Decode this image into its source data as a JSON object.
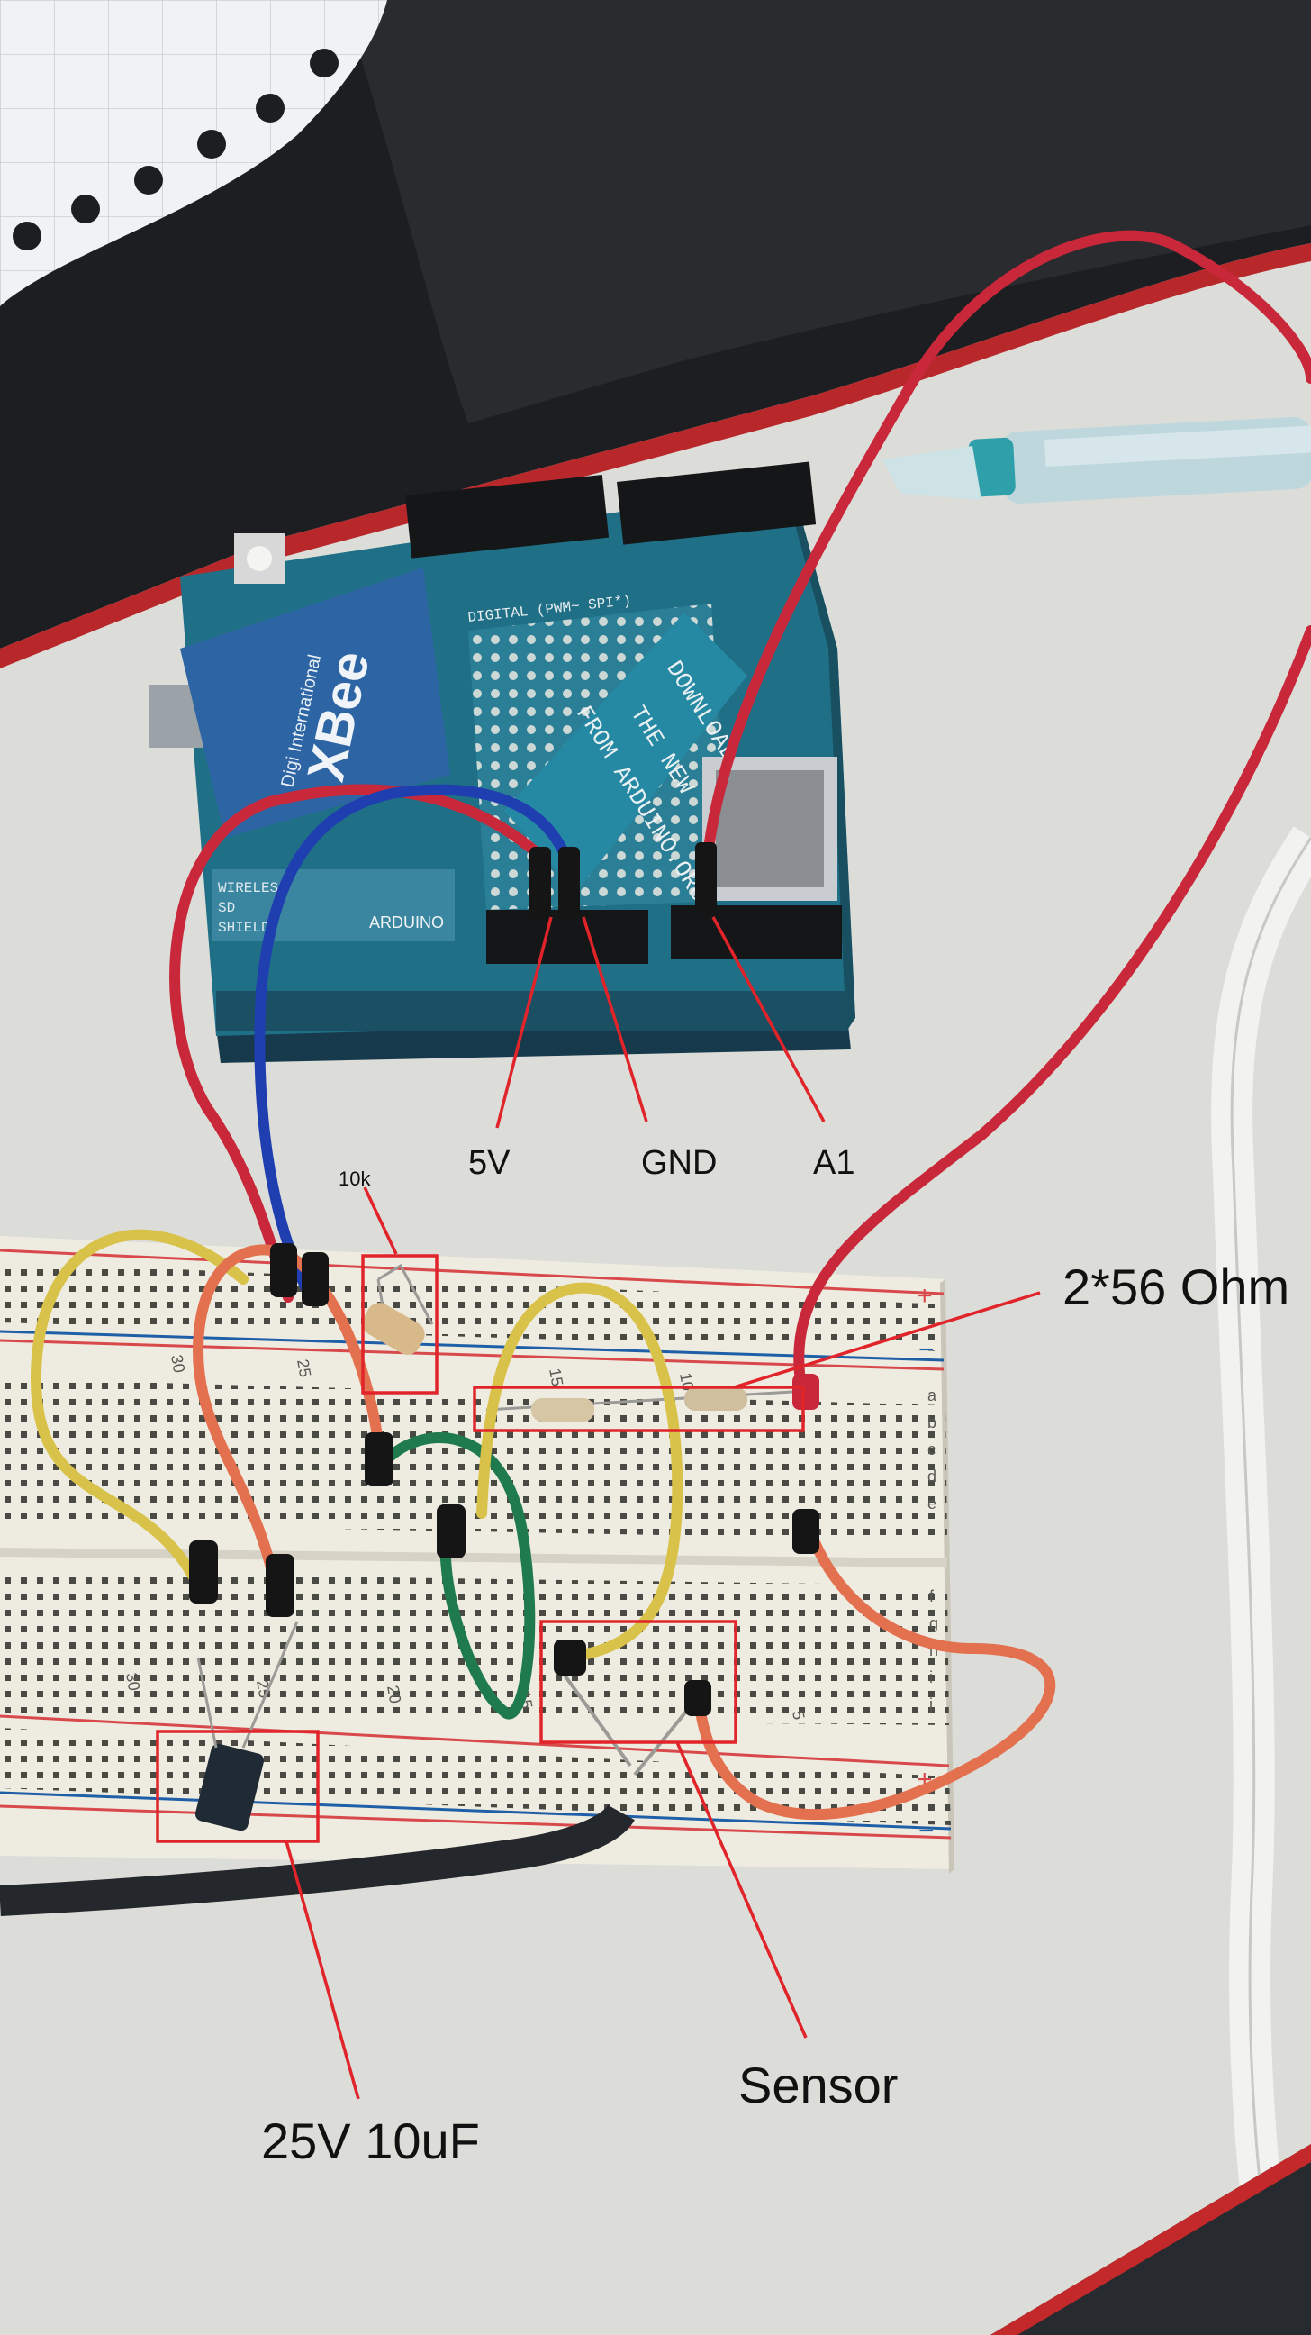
{
  "photo": {
    "annotation_color": "#e0242a",
    "board_color": "#1f6f86",
    "wire_colors": {
      "red": "#c8283a",
      "blue": "#1f3fb0",
      "yellow": "#d9c24a",
      "green": "#1f7a4e",
      "orange": "#e3704f"
    }
  },
  "board": {
    "shield_brand": "Digi International",
    "module_name": "XBee",
    "shield_text_1": "WIRELESS",
    "shield_text_2": "SD",
    "shield_text_3": "SHIELD",
    "arduino_text": "ARDUINO",
    "digital_header_text": "DIGITAL (PWM~ SPI*)",
    "card_text_1": "DOWNLOAD",
    "card_text_2": "THE NEW",
    "card_text_3": "FROM ARDUINO.ORG"
  },
  "breadboard": {
    "column_numbers_top": [
      "30",
      "25",
      "15",
      "10"
    ],
    "column_numbers_bottom": [
      "30",
      "25",
      "20",
      "15",
      "5"
    ],
    "row_letters_top": [
      "a",
      "b",
      "c",
      "d",
      "e"
    ],
    "row_letters_bottom": [
      "f",
      "g",
      "h",
      "i",
      "j"
    ],
    "rail_plus": "+",
    "rail_minus": "−"
  },
  "annotations": {
    "resistor_10k": "10k",
    "pin_5v": "5V",
    "pin_gnd": "GND",
    "pin_a1": "A1",
    "resistors_56": "2*56 Ohm",
    "sensor": "Sensor",
    "capacitor": "25V 10uF"
  }
}
